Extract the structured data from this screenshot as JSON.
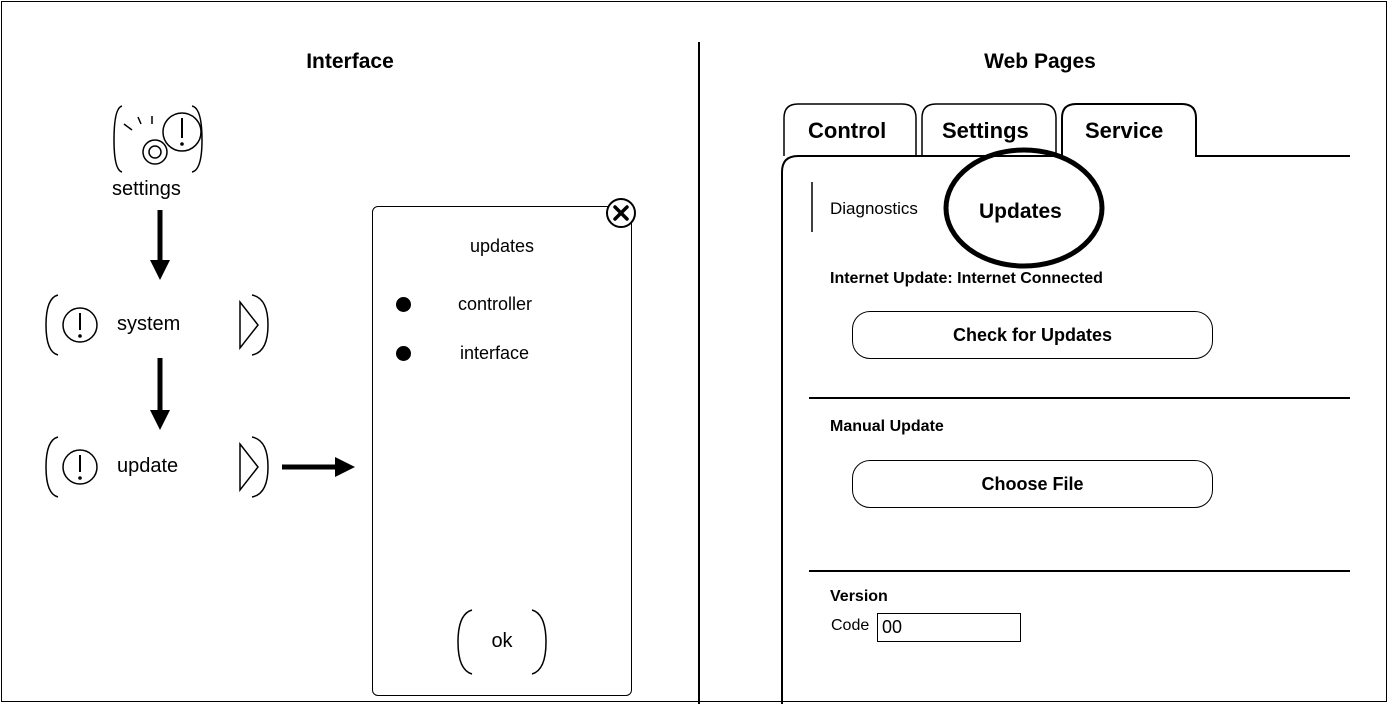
{
  "interface": {
    "title": "Interface",
    "settings_label": "settings",
    "system_label": "system",
    "update_label": "update",
    "dialog": {
      "title": "updates",
      "options": [
        {
          "label": "controller"
        },
        {
          "label": "interface"
        }
      ],
      "ok_label": "ok"
    }
  },
  "web_pages": {
    "title": "Web Pages",
    "tabs": [
      {
        "label": "Control",
        "active": false
      },
      {
        "label": "Settings",
        "active": false
      },
      {
        "label": "Service",
        "active": true
      }
    ],
    "subtabs": [
      {
        "label": "Diagnostics",
        "active": false
      },
      {
        "label": "Updates",
        "active": true
      }
    ],
    "internet_update_label": "Internet Update: Internet Connected",
    "check_updates_button": "Check for Updates",
    "manual_update_label": "Manual Update",
    "choose_file_button": "Choose File",
    "version_label": "Version",
    "code_label": "Code",
    "code_value": "00"
  }
}
